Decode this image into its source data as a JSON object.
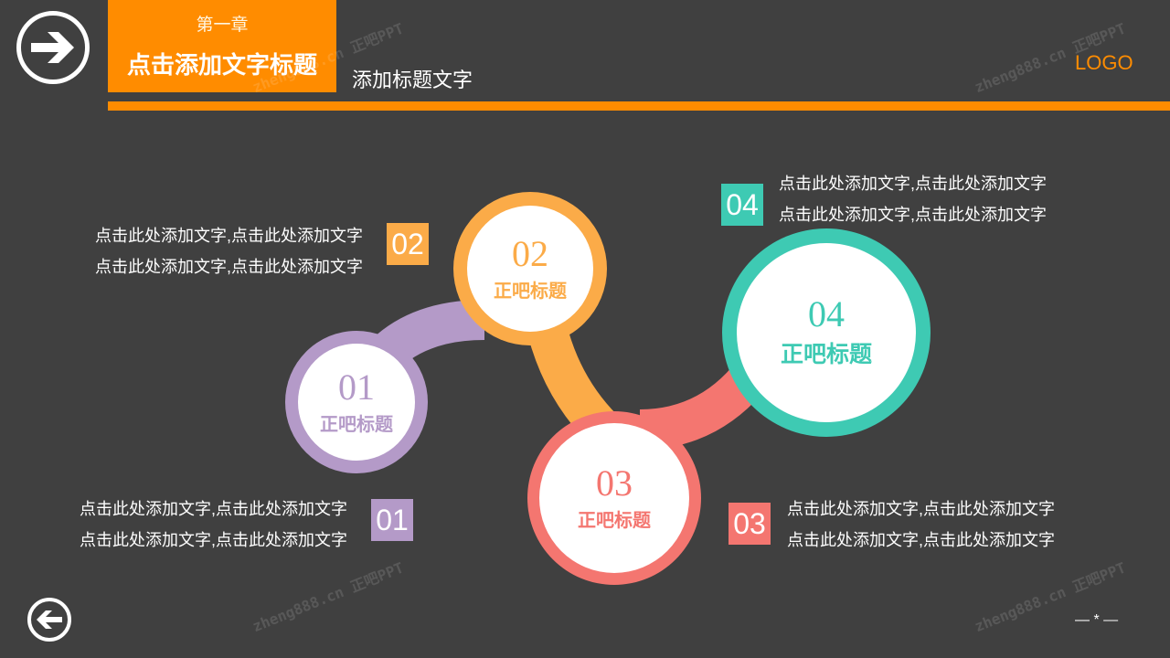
{
  "header": {
    "chapter": "第一章",
    "title": "点击添加文字标题",
    "subtitle": "添加标题文字",
    "logo": "LOGO"
  },
  "watermark": "zheng888.cn 正吧PPT",
  "items": [
    {
      "num": "01",
      "label": "正吧标题",
      "badge": "01",
      "color": "#b49ac8",
      "lines": [
        "点击此处添加文字,点击此处添加文字",
        "点击此处添加文字,点击此处添加文字"
      ]
    },
    {
      "num": "02",
      "label": "正吧标题",
      "badge": "02",
      "color": "#fbab48",
      "lines": [
        "点击此处添加文字,点击此处添加文字",
        "点击此处添加文字,点击此处添加文字"
      ]
    },
    {
      "num": "03",
      "label": "正吧标题",
      "badge": "03",
      "color": "#f47670",
      "lines": [
        "点击此处添加文字,点击此处添加文字",
        "点击此处添加文字,点击此处添加文字"
      ]
    },
    {
      "num": "04",
      "label": "正吧标题",
      "badge": "04",
      "color": "#3ecab3",
      "lines": [
        "点击此处添加文字,点击此处添加文字",
        "点击此处添加文字,点击此处添加文字"
      ]
    }
  ],
  "footer": "— * —"
}
